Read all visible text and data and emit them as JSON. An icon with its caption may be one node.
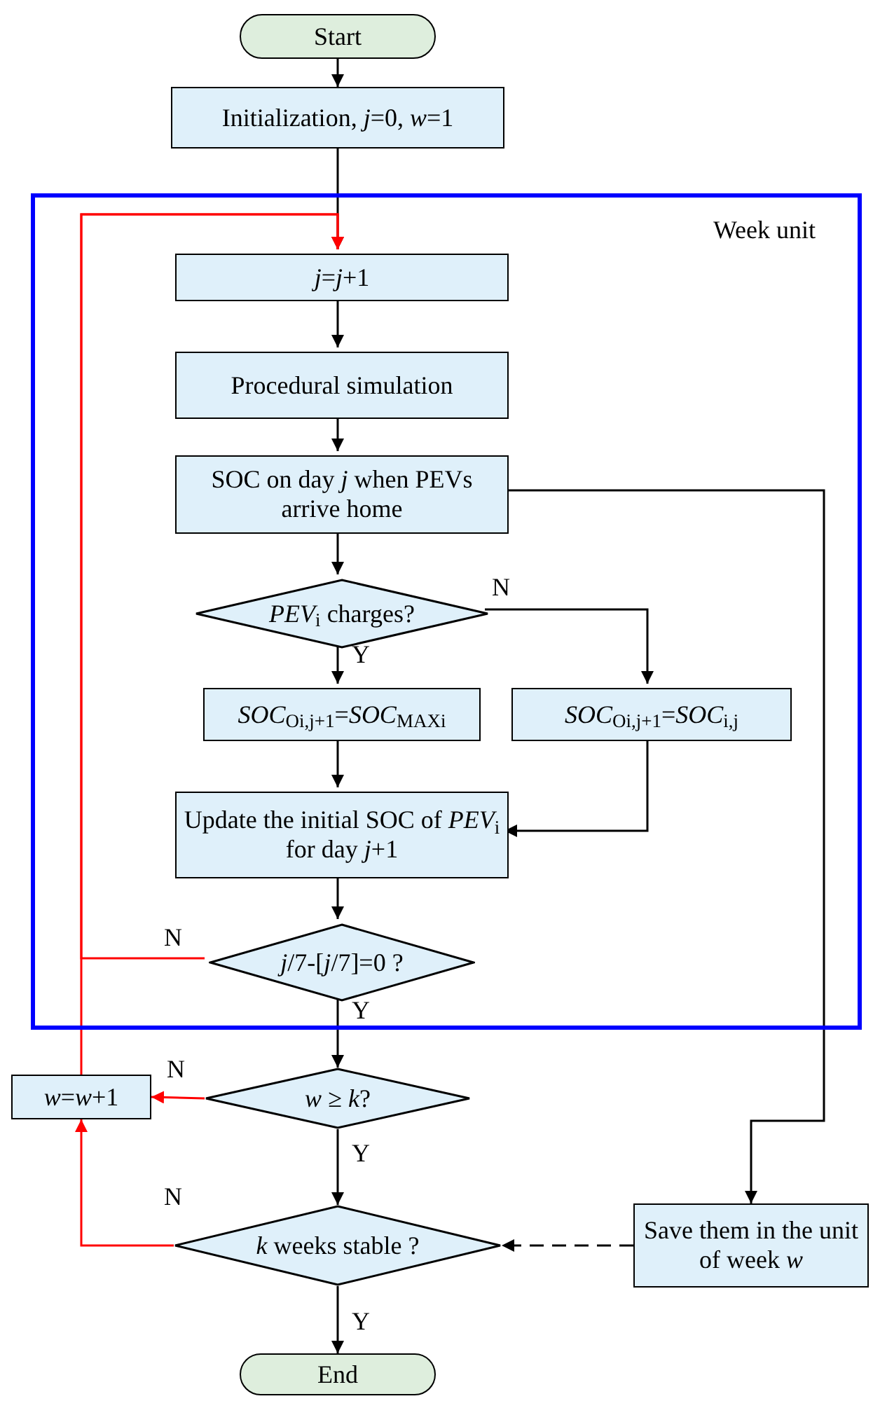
{
  "diagram": {
    "nodes": [
      {
        "text": [
          "Start"
        ]
      },
      {
        "text": [
          "Initialization, *j*=0, *w*=1"
        ]
      },
      {
        "text": [
          "Week unit"
        ]
      },
      {
        "text": [
          "*j*=*j*+1"
        ],
        "in": 2
      },
      {
        "text": [
          "Procedural simulation"
        ],
        "in": 2
      },
      {
        "text": [
          "SOC  on day *j* when PEVs arrive home"
        ],
        "in": 2
      },
      {
        "text": [
          "*PEV*$_{i}$  charges?"
        ],
        "in": 2
      },
      {
        "text": [
          "*SOC*$_{Oi,j+1}$=*SOC*$_{MAXi}$"
        ],
        "in": 2
      },
      {
        "text": [
          "*SOC*$_{Oi,j+1}$=*SOC*$_{i,j}$"
        ],
        "in": 2
      },
      {
        "text": [
          "Update the initial SOC of *PEV*$_{i}$ for day *j*+1"
        ],
        "in": 2
      },
      {
        "text": [
          "*j*/7-[*j*/7]=0 ?"
        ],
        "in": 2
      },
      {
        "text": [
          "*w*=*w*+1"
        ]
      },
      {
        "text": [
          "*w*  ≥  *k*?"
        ]
      },
      {
        "text": [
          "*k* weeks stable ?"
        ]
      },
      {
        "text": [
          "Save them in the unit of week *w*"
        ]
      },
      {
        "text": [
          "End"
        ]
      }
    ],
    "edges": [
      {
        "from": 0,
        "to": 1,
        "arrow": "to"
      },
      {
        "from": 1,
        "to": 3,
        "arrow": "to"
      },
      {
        "from": 3,
        "to": 4,
        "arrow": "to"
      },
      {
        "from": 4,
        "to": 5,
        "arrow": "to"
      },
      {
        "from": 5,
        "to": 6,
        "arrow": "to"
      },
      {
        "from": 6,
        "to": 7,
        "arrow": "to",
        "label": "Y"
      },
      {
        "from": 6,
        "to": 8,
        "arrow": "to",
        "label": "N"
      },
      {
        "from": 7,
        "to": 9,
        "arrow": "to"
      },
      {
        "from": 8,
        "to": 9,
        "arrow": "to"
      },
      {
        "from": 9,
        "to": 10,
        "arrow": "to"
      },
      {
        "from": 10,
        "to": 3,
        "arrow": "to",
        "label": "N",
        "color": "#ff0000"
      },
      {
        "from": 11,
        "to": 3,
        "arrow": "to",
        "color": "#ff0000"
      },
      {
        "from": 10,
        "to": 12,
        "arrow": "to",
        "label": "Y"
      },
      {
        "from": 12,
        "to": 11,
        "arrow": "to",
        "label": "N",
        "color": "#ff0000"
      },
      {
        "from": 12,
        "to": 13,
        "arrow": "to",
        "label": "Y"
      },
      {
        "from": 13,
        "to": 11,
        "arrow": "to",
        "label": "N",
        "color": "#ff0000"
      },
      {
        "from": 13,
        "to": 15,
        "arrow": "to",
        "label": "Y"
      },
      {
        "from": 5,
        "to": 14,
        "arrow": "to"
      },
      {
        "from": 14,
        "to": 13,
        "arrow": "to",
        "style": "dashed"
      }
    ]
  }
}
